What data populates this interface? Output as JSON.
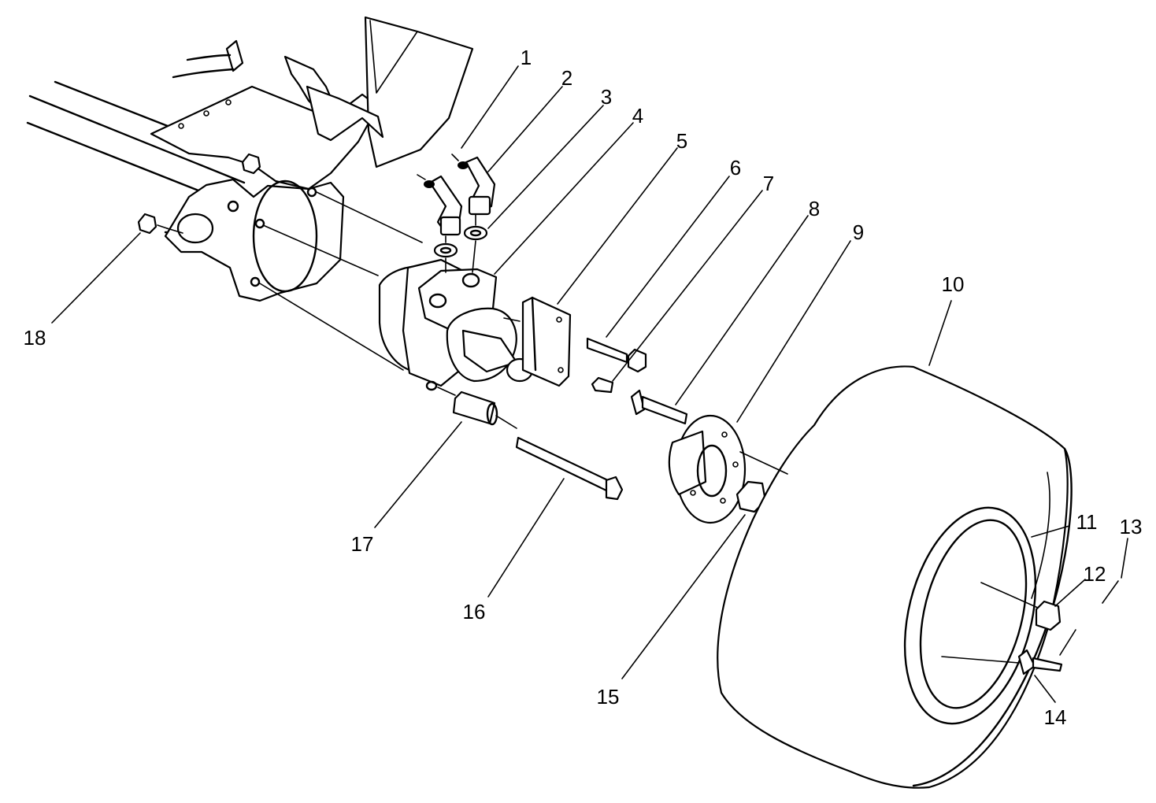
{
  "diagram": {
    "callouts": [
      {
        "id": "1",
        "text": "1"
      },
      {
        "id": "2",
        "text": "2"
      },
      {
        "id": "3",
        "text": "3"
      },
      {
        "id": "4",
        "text": "4"
      },
      {
        "id": "5",
        "text": "5"
      },
      {
        "id": "6",
        "text": "6"
      },
      {
        "id": "7",
        "text": "7"
      },
      {
        "id": "8",
        "text": "8"
      },
      {
        "id": "9",
        "text": "9"
      },
      {
        "id": "10",
        "text": "10"
      },
      {
        "id": "11",
        "text": "11"
      },
      {
        "id": "12",
        "text": "12"
      },
      {
        "id": "13",
        "text": "13"
      },
      {
        "id": "14",
        "text": "14"
      },
      {
        "id": "15",
        "text": "15"
      },
      {
        "id": "16",
        "text": "16"
      },
      {
        "id": "17",
        "text": "17"
      },
      {
        "id": "18",
        "text": "18"
      }
    ],
    "colors": {
      "ink": "#000000",
      "paper": "#ffffff"
    }
  }
}
